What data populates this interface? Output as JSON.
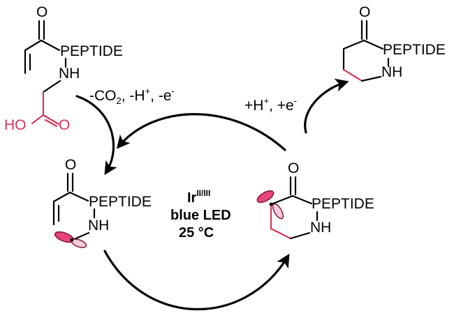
{
  "colors": {
    "ink": "#000000",
    "highlight_bond": "#d6365a",
    "radical_orbital": "#e6457a"
  },
  "top_left_molecule": {
    "carbonyl_o": "O",
    "peptide": "PEPTIDE",
    "nh": "NH",
    "acid_o": "O",
    "acid_ho": "HO"
  },
  "top_right_molecule": {
    "carbonyl_o": "O",
    "peptide": "PEPTIDE",
    "nh": "NH"
  },
  "bottom_left_molecule": {
    "carbonyl_o": "O",
    "peptide": "PEPTIDE",
    "nh": "NH"
  },
  "bottom_right_molecule": {
    "carbonyl_o": "O",
    "peptide": "PEPTIDE",
    "nh": "NH"
  },
  "step_labels": {
    "decarboxylation": {
      "co": "-CO",
      "co_sub": "2",
      "h": ", -H",
      "h_sup": "+",
      "e": ", -e",
      "e_sup": "-"
    },
    "reduction": {
      "h": "+H",
      "h_sup": "+",
      "e": ", +e",
      "e_sup": "-"
    }
  },
  "conditions": {
    "catalyst": "Ir",
    "catalyst_oxidation": "II/III",
    "light": "blue LED",
    "temperature": "25 °C"
  }
}
